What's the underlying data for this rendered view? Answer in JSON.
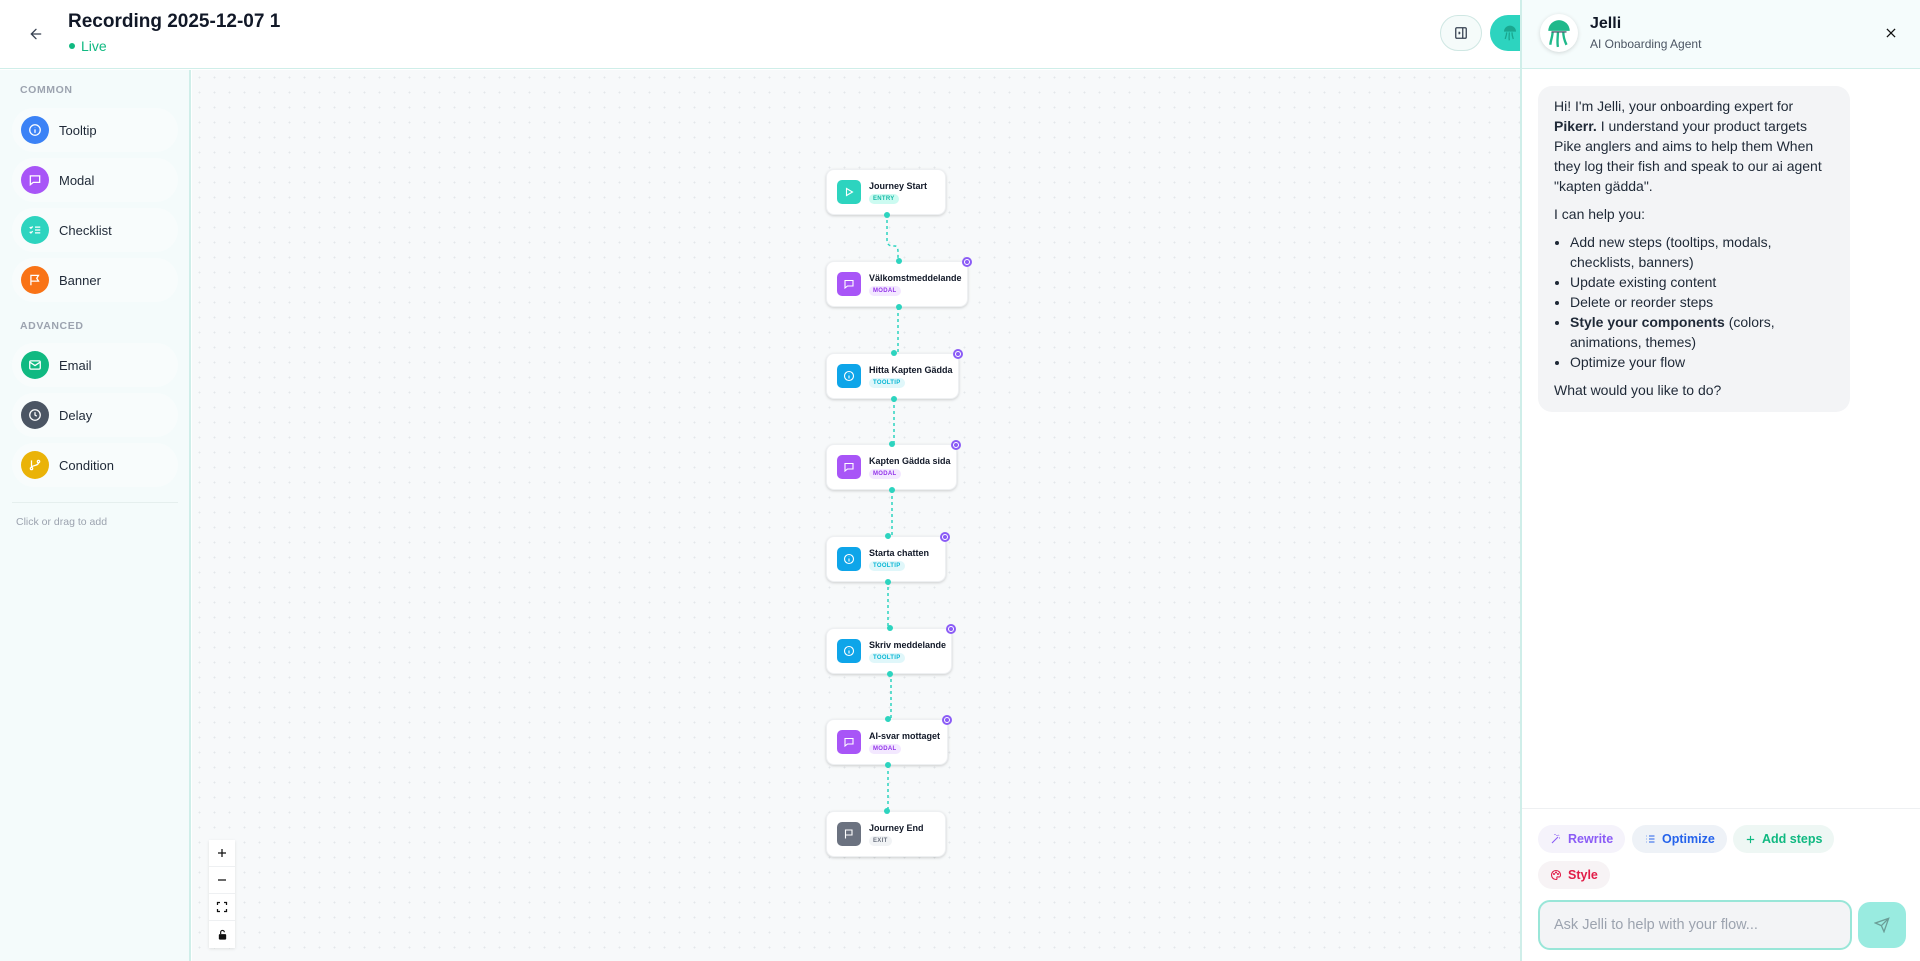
{
  "header": {
    "title": "Recording 2025-12-07 1’",
    "status": "Live",
    "back_icon": "arrow-left-icon",
    "toggle_panel_icon": "panel-right-icon",
    "agent_button_icon": "jellyfish-icon"
  },
  "sidebar": {
    "common_label": "COMMON",
    "advanced_label": "ADVANCED",
    "common_items": [
      {
        "label": "Tooltip",
        "icon": "info-icon",
        "color": "#3b82f6"
      },
      {
        "label": "Modal",
        "icon": "message-square-icon",
        "color": "#a855f7"
      },
      {
        "label": "Checklist",
        "icon": "list-checks-icon",
        "color": "#2dd4bf"
      },
      {
        "label": "Banner",
        "icon": "flag-icon",
        "color": "#f97316"
      }
    ],
    "advanced_items": [
      {
        "label": "Email",
        "icon": "mail-icon",
        "color": "#10b981"
      },
      {
        "label": "Delay",
        "icon": "clock-icon",
        "color": "#4b5563"
      },
      {
        "label": "Condition",
        "icon": "git-branch-icon",
        "color": "#eab308"
      }
    ],
    "hint": "Click or drag to add"
  },
  "canvas": {
    "nodes": [
      {
        "title": "Journey Start",
        "badge": "ENTRY",
        "type": "entry",
        "color": "#2dd4bf"
      },
      {
        "title": "Välkomstmeddelande",
        "badge": "MODAL",
        "type": "modal",
        "color": "#a855f7"
      },
      {
        "title": "Hitta Kapten Gädda",
        "badge": "TOOLTIP",
        "type": "tooltip",
        "color": "#0ea5e9"
      },
      {
        "title": "Kapten Gädda sida",
        "badge": "MODAL",
        "type": "modal",
        "color": "#a855f7"
      },
      {
        "title": "Starta chatten",
        "badge": "TOOLTIP",
        "type": "tooltip",
        "color": "#0ea5e9"
      },
      {
        "title": "Skriv meddelande",
        "badge": "TOOLTIP",
        "type": "tooltip",
        "color": "#0ea5e9"
      },
      {
        "title": "AI-svar mottaget",
        "badge": "MODAL",
        "type": "modal",
        "color": "#a855f7"
      },
      {
        "title": "Journey End",
        "badge": "EXIT",
        "type": "exit",
        "color": "#6b7280"
      }
    ],
    "zoom_controls": [
      "zoom-in",
      "zoom-out",
      "fit-view",
      "lock"
    ]
  },
  "panel": {
    "agent_name": "Jelli",
    "agent_role": "AI Onboarding Agent",
    "message": {
      "intro_pre": "Hi! I'm Jelli, your onboarding expert for ",
      "product": "Pikerr.",
      "intro_post": " I understand your product targets Pike anglers and aims to help them When they log their fish and speak to our ai agent \"kapten gädda\".",
      "help_label": "I can help you:",
      "bullets": [
        "Add new steps (tooltips, modals, checklists, banners)",
        "Update existing content",
        "Delete or reorder steps",
        "Optimize your flow"
      ],
      "style_bold": "Style your components",
      "style_rest": " (colors, animations, themes)",
      "closing": "What would you like to do?"
    },
    "chips": {
      "rewrite": "Rewrite",
      "optimize": "Optimize",
      "add_steps": "Add steps",
      "style": "Style"
    },
    "input_placeholder": "Ask Jelli to help with your flow...",
    "input_value": ""
  }
}
